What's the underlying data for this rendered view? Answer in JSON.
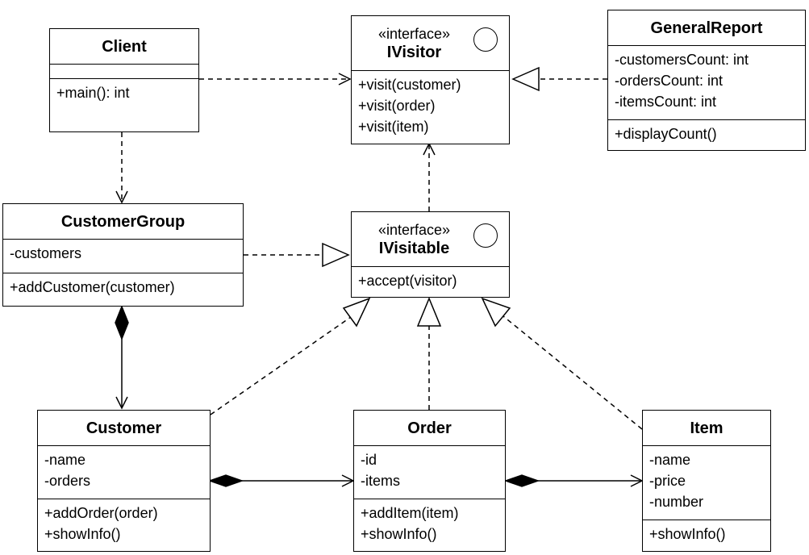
{
  "classes": {
    "client": {
      "name": "Client",
      "attributes": [],
      "methods": [
        "+main(): int"
      ]
    },
    "ivisitor": {
      "stereotype": "«interface»",
      "name": "IVisitor",
      "methods": [
        "+visit(customer)",
        "+visit(order)",
        "+visit(item)"
      ]
    },
    "general_report": {
      "name": "GeneralReport",
      "attributes": [
        "-customersCount: int",
        "-ordersCount: int",
        "-itemsCount: int"
      ],
      "methods": [
        "+displayCount()"
      ]
    },
    "customer_group": {
      "name": "CustomerGroup",
      "attributes": [
        "-customers"
      ],
      "methods": [
        "+addCustomer(customer)"
      ]
    },
    "ivisitable": {
      "stereotype": "«interface»",
      "name": "IVisitable",
      "methods": [
        "+accept(visitor)"
      ]
    },
    "customer": {
      "name": "Customer",
      "attributes": [
        "-name",
        "-orders"
      ],
      "methods": [
        "+addOrder(order)",
        "+showInfo()"
      ]
    },
    "order": {
      "name": "Order",
      "attributes": [
        "-id",
        "-items"
      ],
      "methods": [
        "+addItem(item)",
        "+showInfo()"
      ]
    },
    "item": {
      "name": "Item",
      "attributes": [
        "-name",
        "-price",
        "-number"
      ],
      "methods": [
        "+showInfo()"
      ]
    }
  }
}
